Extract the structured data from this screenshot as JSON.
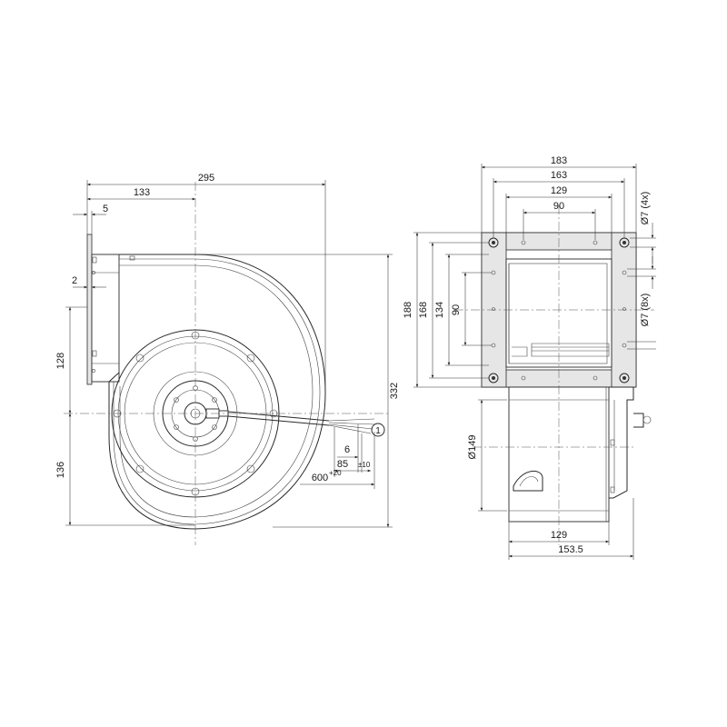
{
  "side_view": {
    "dims": {
      "overall_width": "295",
      "axis_offset": "133",
      "flange_offset": "5",
      "plate_thickness": "2",
      "upper_height": "128",
      "lower_height": "136",
      "total_height": "332",
      "lead_offset": "6",
      "lead_strip": "85",
      "lead_strip_tol": "±10",
      "lead_length": "600",
      "lead_length_tol": "+20"
    },
    "callout": "1"
  },
  "front_view": {
    "dims": {
      "overall_width": "183",
      "flange_width": "163",
      "hole_spacing_outer": "129",
      "hole_spacing_inner": "90",
      "outer_height": "188",
      "flange_height": "168",
      "hole_height_outer": "134",
      "hole_height_inner": "90",
      "hole_dia_4x": "Ø7 (4x)",
      "hole_dia_8x": "Ø7 (8x)",
      "rotor_dia": "Ø149",
      "rotor_width": "129",
      "housing_width": "153.5"
    }
  }
}
